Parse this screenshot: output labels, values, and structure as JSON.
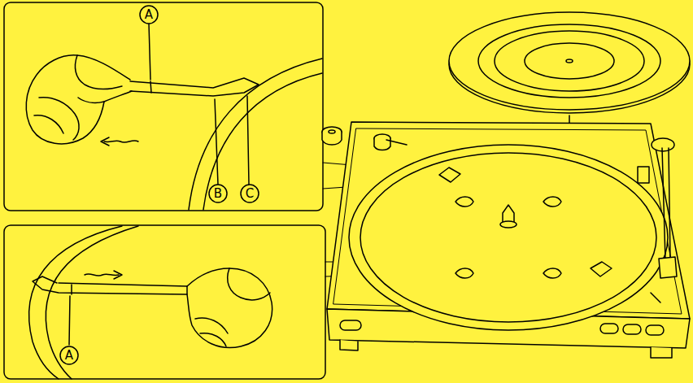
{
  "diagram": {
    "labels": [
      "A",
      "B",
      "C",
      "A"
    ]
  }
}
